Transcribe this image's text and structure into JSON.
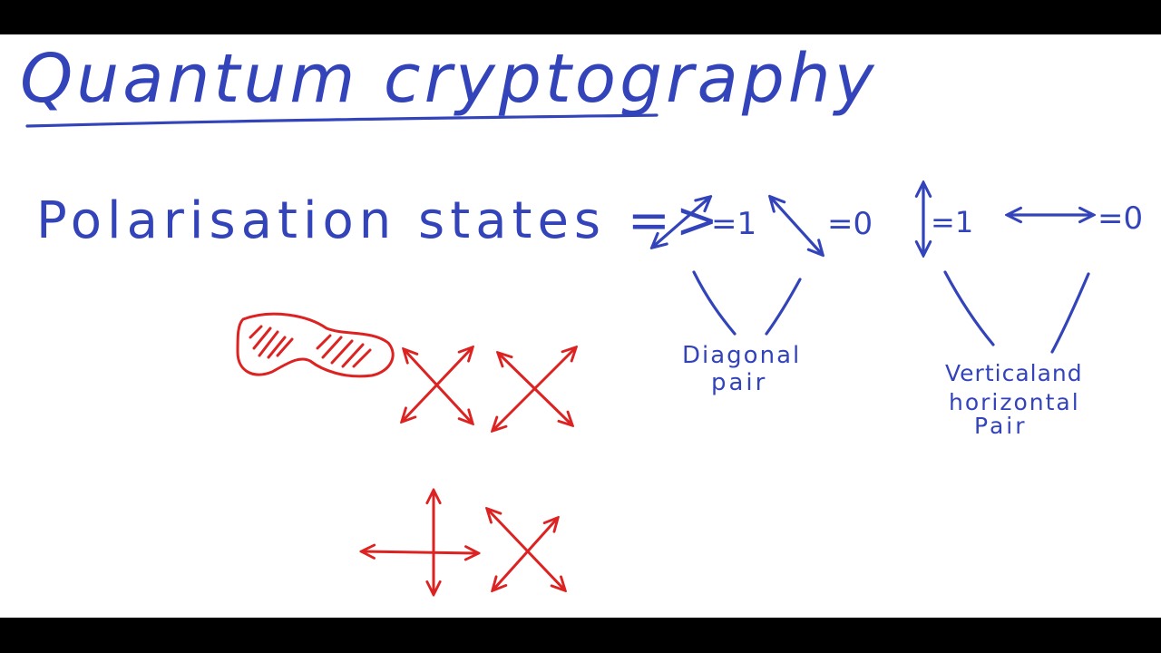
{
  "title": "Quantum cryptography",
  "polarisation_label": "Polarisation states =>",
  "states": {
    "diagonal_one": "=1",
    "diagonal_zero": "=0",
    "vertical_one": "=1",
    "horizontal_zero": "=0"
  },
  "groups": {
    "diagonal_line1": "Diagonal",
    "diagonal_line2": "pair",
    "vh_line1": "Verticaland",
    "vh_line2": "horizontal",
    "vh_line3": "Pair"
  },
  "colors": {
    "ink_blue": "#3344bb",
    "ink_red": "#dd2222",
    "board": "#ffffff",
    "letterbox": "#000000"
  }
}
